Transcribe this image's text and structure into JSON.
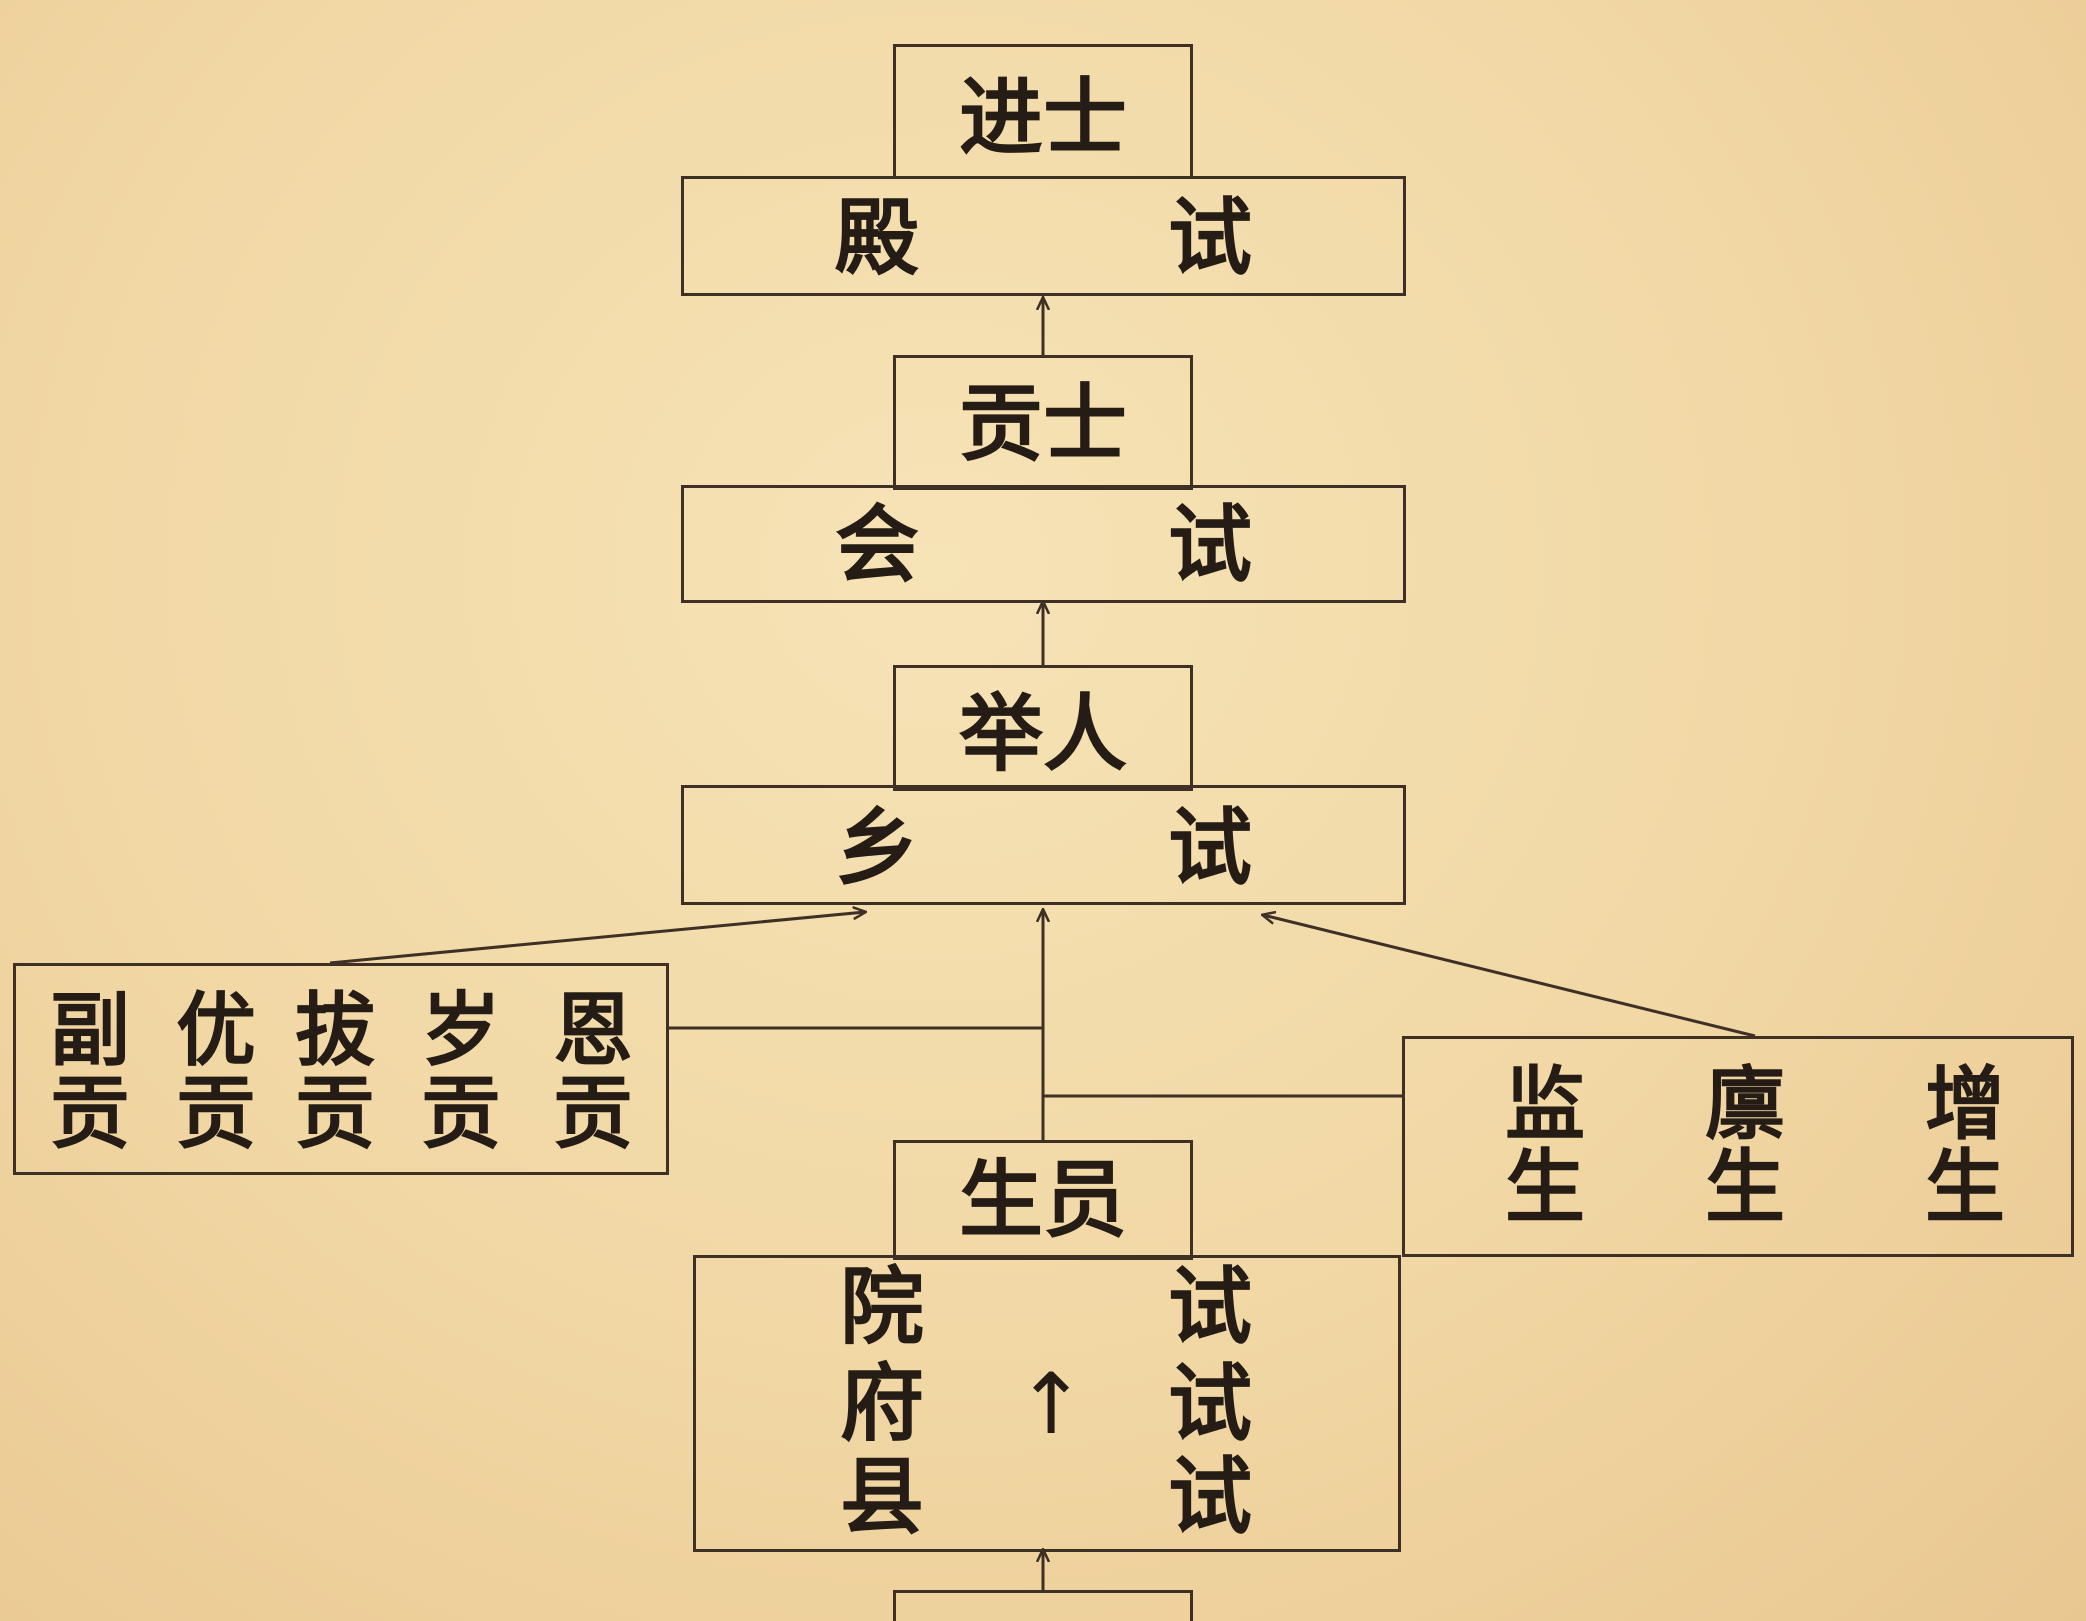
{
  "degrees": {
    "jinshi": "进士",
    "gongshi": "贡士",
    "juren": "举人",
    "shengyuan": "生员"
  },
  "exams": {
    "dianshi": [
      "殿",
      "试"
    ],
    "huishi": [
      "会",
      "试"
    ],
    "xiangshi": [
      "乡",
      "试"
    ],
    "local": {
      "yuan": [
        "院",
        "试"
      ],
      "fu": [
        "府",
        "试"
      ],
      "xian": [
        "县",
        "试"
      ],
      "arrow": "↑"
    }
  },
  "gong_types": [
    [
      "副",
      "贡"
    ],
    [
      "优",
      "贡"
    ],
    [
      "拔",
      "贡"
    ],
    [
      "岁",
      "贡"
    ],
    [
      "恩",
      "贡"
    ]
  ],
  "sheng_types": [
    [
      "监",
      "生"
    ],
    [
      "廪",
      "生"
    ],
    [
      "增",
      "生"
    ]
  ],
  "colors": {
    "line": "#3e3025",
    "text": "#241c15",
    "paper": "#f3dcac"
  }
}
